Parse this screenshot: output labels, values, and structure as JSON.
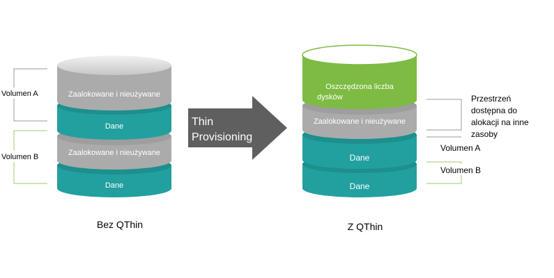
{
  "left": {
    "caption": "Bez QThin",
    "segments": [
      "Zaalokowane i nieużywane",
      "Dane",
      "Zaalokowane i nieużywane",
      "Dane"
    ],
    "brackets": [
      "Volumen A",
      "Volumen B"
    ]
  },
  "arrow": {
    "line1": "Thin",
    "line2": "Provisioning"
  },
  "right": {
    "caption": "Z QThin",
    "saved_line1": "Oszczędzona liczba",
    "saved_line2": "dysków",
    "segments": [
      "Zaalokowane i nieużywane",
      "Dane",
      "Dane"
    ],
    "free_space": [
      "Przestrzeń",
      "dostępna do",
      "alokacji na inne",
      "zasoby"
    ],
    "brackets": [
      "Volumen A",
      "Volumen B"
    ]
  },
  "colors": {
    "gray": "#ababab",
    "gray_top": "#d7d7d7",
    "teal": "#22a09f",
    "green": "#7dbb42",
    "arrow": "#5f5f5f",
    "line_gray": "#9a9a9a",
    "line_green": "#9ccc6a"
  }
}
